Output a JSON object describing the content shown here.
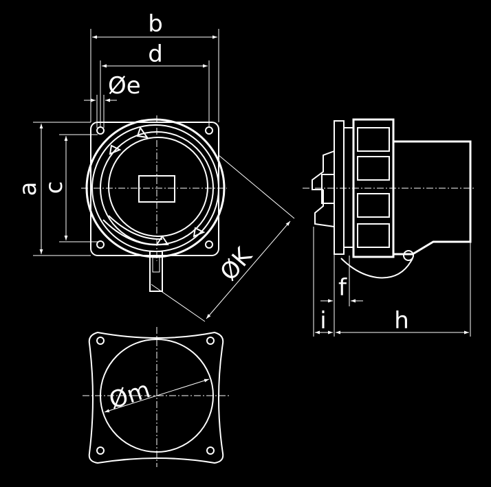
{
  "dimensions": {
    "a": "a",
    "b": "b",
    "c": "c",
    "d": "d",
    "e": "Øe",
    "f": "f",
    "h": "h",
    "i": "i",
    "k": "ØK",
    "m": "Øm"
  },
  "colors": {
    "background": "#000000",
    "line": "#ffffff"
  }
}
